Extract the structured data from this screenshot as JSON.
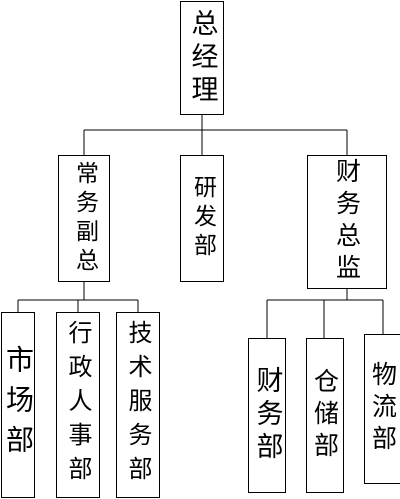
{
  "chart": {
    "root": {
      "label": "总经理"
    },
    "level2": [
      {
        "label": "常务副总"
      },
      {
        "label": "研发部"
      },
      {
        "label": "财务总监"
      }
    ],
    "level3_left": [
      {
        "label": "市场部"
      },
      {
        "label": "行政人事部"
      },
      {
        "label": "技术服务部"
      }
    ],
    "level3_right": [
      {
        "label": "财务部"
      },
      {
        "label": "仓储部"
      },
      {
        "label": "物流部"
      }
    ]
  }
}
